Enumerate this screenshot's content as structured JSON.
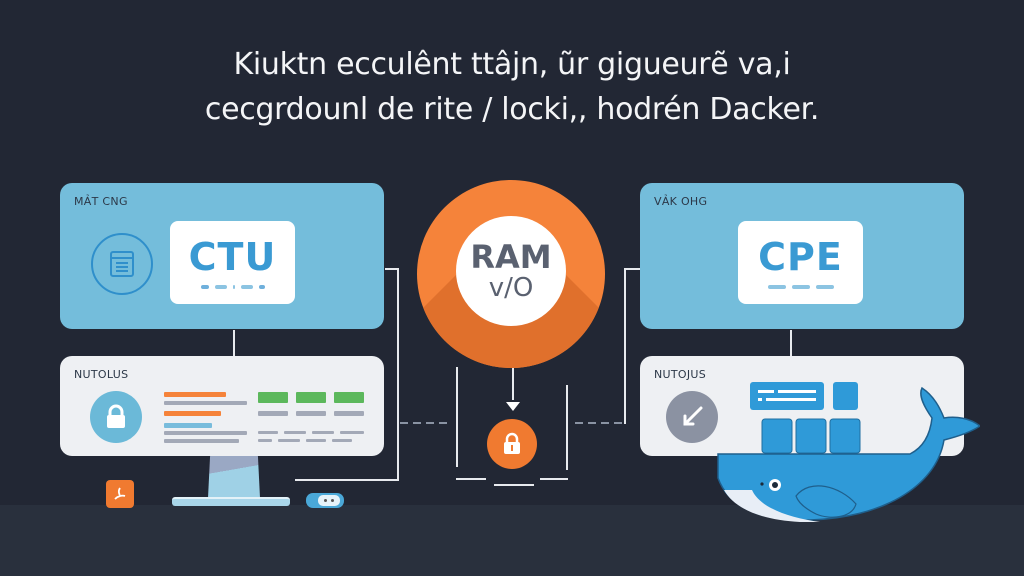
{
  "headline": {
    "line1": "Kiuktn ecculênt ttâjn, ũr gigueurẽ va,i",
    "line2": "cecgrdounl de rite / locki,, hodrén Dacker."
  },
  "left_top_panel": {
    "label": "MẢT CNG",
    "card_title": "CTU",
    "icon": "document-icon"
  },
  "right_top_panel": {
    "label": "VẢK OHG",
    "card_title": "CPE"
  },
  "center_node": {
    "title": "RAM",
    "subtitle": "v/O",
    "lock_icon": "lock-icon"
  },
  "left_bottom_panel": {
    "label": "NUTOLUS",
    "icon": "lock-icon"
  },
  "right_bottom_panel": {
    "label": "NUTOJUS",
    "icon": "arrow-down-left-icon"
  },
  "colors": {
    "background": "#222734",
    "panel_blue": "#74bddb",
    "panel_light": "#eef0f3",
    "accent_orange": "#f5833a",
    "accent_blue": "#3a9ad3",
    "green": "#5cb85c",
    "docker_blue": "#2f9ad8"
  }
}
